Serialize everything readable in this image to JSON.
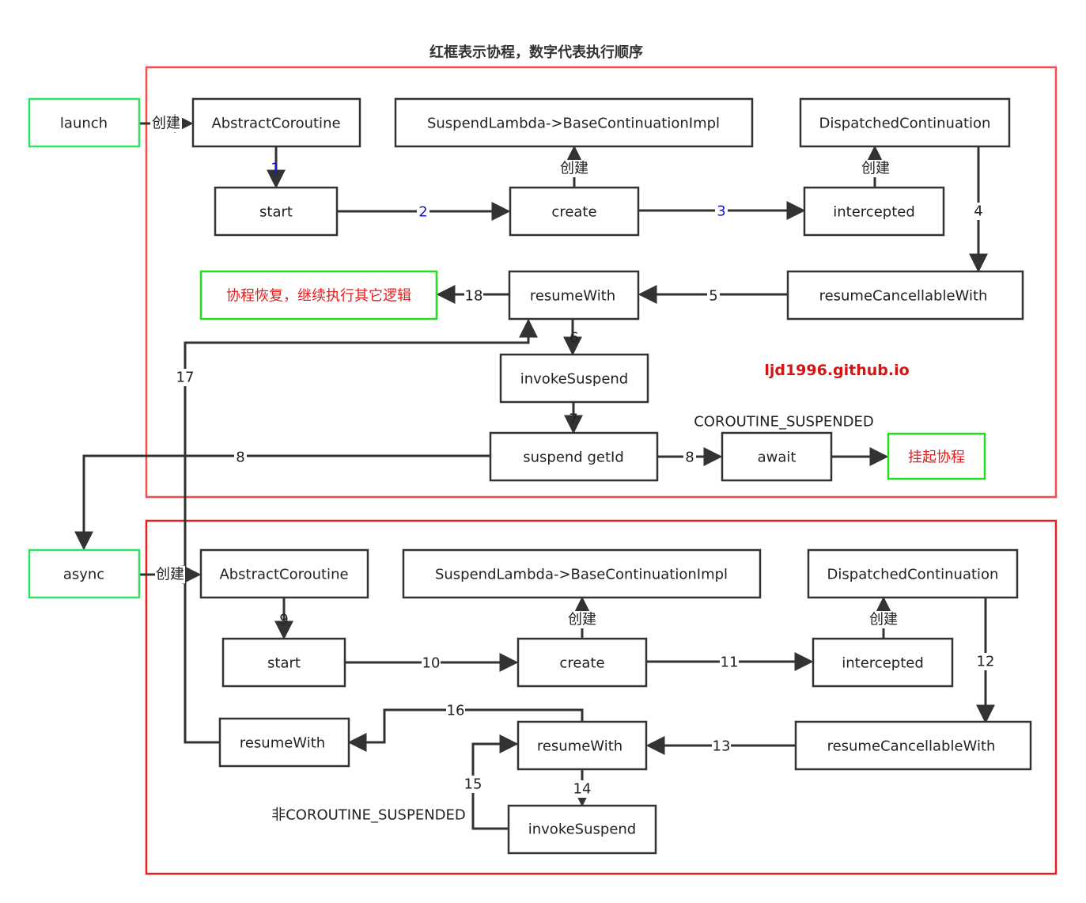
{
  "title": "红框表示协程，数字代表执行顺序",
  "watermark": "ljd1996.github.io",
  "colors": {
    "group_border_top": "#f24d4d",
    "group_border_bottom": "#e61e1e",
    "entry_border": "#33e066",
    "result_border": "#22dd22",
    "node_border": "#333333",
    "accent_text": "#e51c1c",
    "step_blue": "#1515c8"
  },
  "nodes": {
    "launch": "launch",
    "async": "async",
    "t_abstract": "AbstractCoroutine",
    "t_lambda": "SuspendLambda->BaseContinuationImpl",
    "t_dispatched": "DispatchedContinuation",
    "t_start": "start",
    "t_create": "create",
    "t_intercepted": "intercepted",
    "t_result": "协程恢复，继续执行其它逻辑",
    "t_resumewith": "resumeWith",
    "t_resumecancel": "resumeCancellableWith",
    "t_invoke": "invokeSuspend",
    "t_getid": "suspend getId",
    "t_await": "await",
    "t_suspend": "挂起协程",
    "b_abstract": "AbstractCoroutine",
    "b_lambda": "SuspendLambda->BaseContinuationImpl",
    "b_dispatched": "DispatchedContinuation",
    "b_start": "start",
    "b_create": "create",
    "b_intercepted": "intercepted",
    "b_resumewith_left": "resumeWith",
    "b_resumewith": "resumeWith",
    "b_resumecancel": "resumeCancellableWith",
    "b_invoke": "invokeSuspend"
  },
  "labels": {
    "create_word": "创建",
    "coroutine_suspended": "COROUTINE_SUSPENDED",
    "non_coroutine_suspended": "非COROUTINE_SUSPENDED",
    "s1": "1",
    "s2": "2",
    "s3": "3",
    "s4": "4",
    "s5": "5",
    "s6": "6",
    "s7": "7",
    "s8": "8",
    "s9": "9",
    "s10": "10",
    "s11": "11",
    "s12": "12",
    "s13": "13",
    "s14": "14",
    "s15": "15",
    "s16": "16",
    "s17": "17",
    "s18": "18"
  }
}
